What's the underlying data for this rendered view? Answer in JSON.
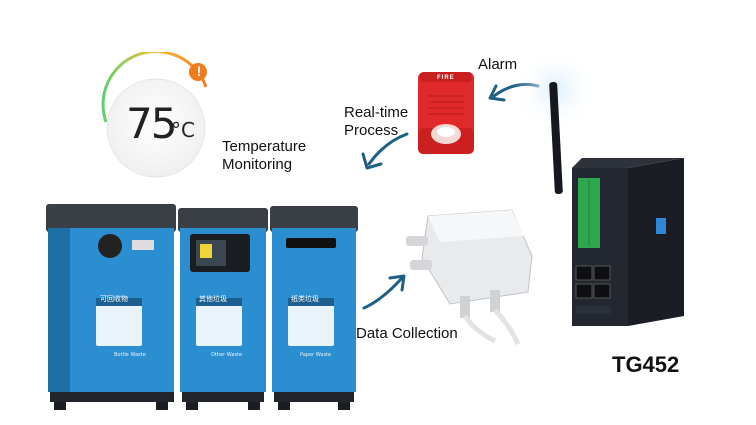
{
  "labels": {
    "temperature_line1": "Temperature",
    "temperature_line2": "Monitoring",
    "realtime_line1": "Real-time",
    "realtime_line2": "Process",
    "alarm": "Alarm",
    "data_collection": "Data Collection",
    "model": "TG452"
  },
  "gauge": {
    "value": "75",
    "unit": "°C",
    "alert_symbol": "!"
  },
  "alarm_device": {
    "panel_text": "FIRE"
  },
  "bins": [
    {
      "title": "可回收物",
      "caption": "Bottle Waste"
    },
    {
      "title": "其他垃圾",
      "caption": "Other Waste"
    },
    {
      "title": "纸类垃圾",
      "caption": "Paper Waste"
    }
  ],
  "colors": {
    "bin_blue": "#2a8ed0",
    "bin_dark": "#2b2f36",
    "arrow": "#1f5f86",
    "alarm_red": "#e02929",
    "gateway_body": "#1d2128",
    "terminal_green": "#2ea84e",
    "gateway_accent": "#2f86d6"
  }
}
